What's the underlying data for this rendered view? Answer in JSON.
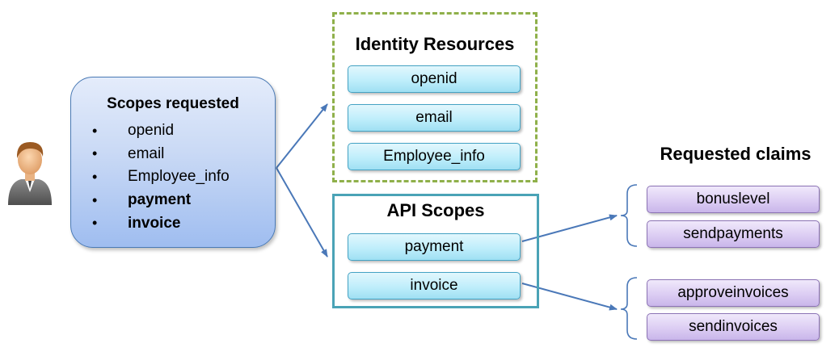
{
  "scopes_requested": {
    "title": "Scopes requested",
    "bullet": "•",
    "items": [
      {
        "label": "openid",
        "bold": false
      },
      {
        "label": "email",
        "bold": false
      },
      {
        "label": "Employee_info",
        "bold": false
      },
      {
        "label": "payment",
        "bold": true
      },
      {
        "label": "invoice",
        "bold": true
      }
    ]
  },
  "identity_resources": {
    "title": "Identity Resources",
    "items": [
      "openid",
      "email",
      "Employee_info"
    ]
  },
  "api_scopes": {
    "title": "API Scopes",
    "items": [
      "payment",
      "invoice"
    ]
  },
  "requested_claims": {
    "title": "Requested claims",
    "payment_claims": [
      "bonuslevel",
      "sendpayments"
    ],
    "invoice_claims": [
      "approveinvoices",
      "sendinvoices"
    ]
  },
  "colors": {
    "arrow": "#4a78b8",
    "identity_border": "#8fb04a",
    "api_border": "#4aa3b6",
    "scope_pill": "#bfeefb",
    "claim_pill": "#dccdf3",
    "scopes_box": "#c9d9f5"
  },
  "icons": {
    "user": "user-avatar-icon"
  }
}
